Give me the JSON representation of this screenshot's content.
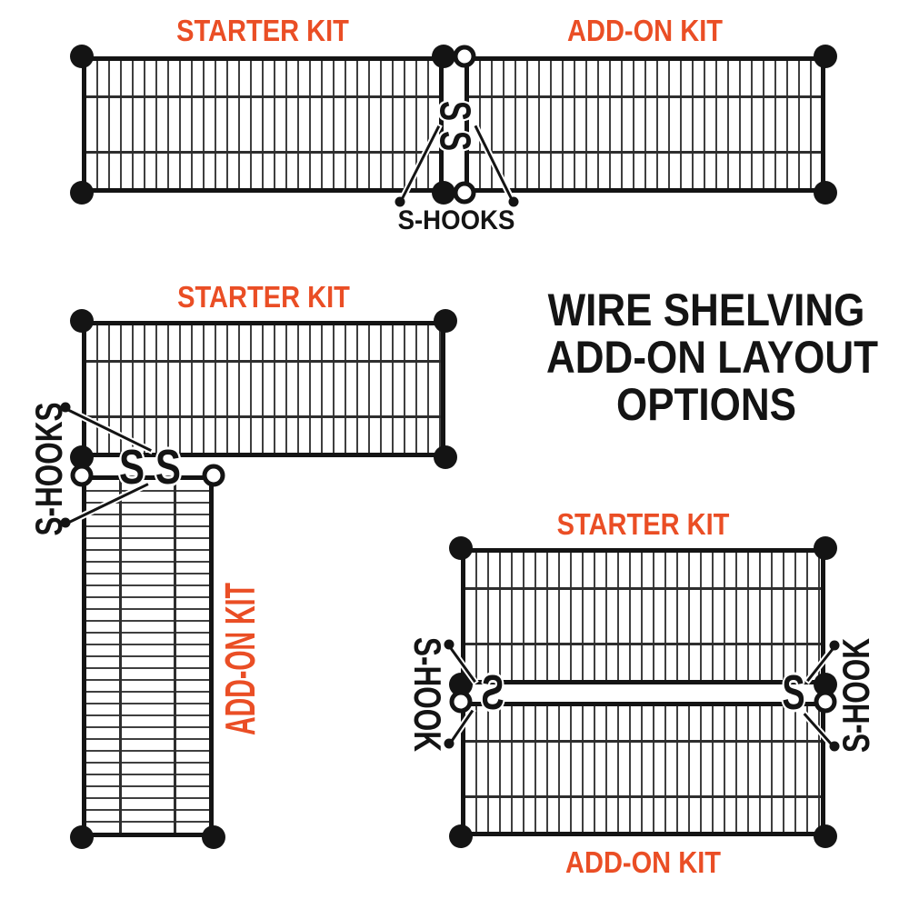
{
  "colors": {
    "accent_orange": "#ea4e25",
    "ink_black": "#141414",
    "wire_gray": "#3f3f3f",
    "background": "#ffffff"
  },
  "title": {
    "lines": [
      "WIRE SHELVING",
      "ADD-ON LAYOUT",
      "OPTIONS"
    ]
  },
  "hooks": {
    "single_glyph": "S",
    "pair_glyph": "S S"
  },
  "diagrams": {
    "inline": {
      "starter_label": "STARTER KIT",
      "addon_label": "ADD-ON KIT",
      "hooks_label": "S-HOOKS"
    },
    "corner": {
      "starter_label": "STARTER KIT",
      "addon_label": "ADD-ON KIT",
      "hooks_label": "S-HOOKS"
    },
    "parallel": {
      "starter_label": "STARTER KIT",
      "addon_label": "ADD-ON KIT",
      "hook_label_left": "S-HOOK",
      "hook_label_right": "S-HOOK"
    }
  }
}
